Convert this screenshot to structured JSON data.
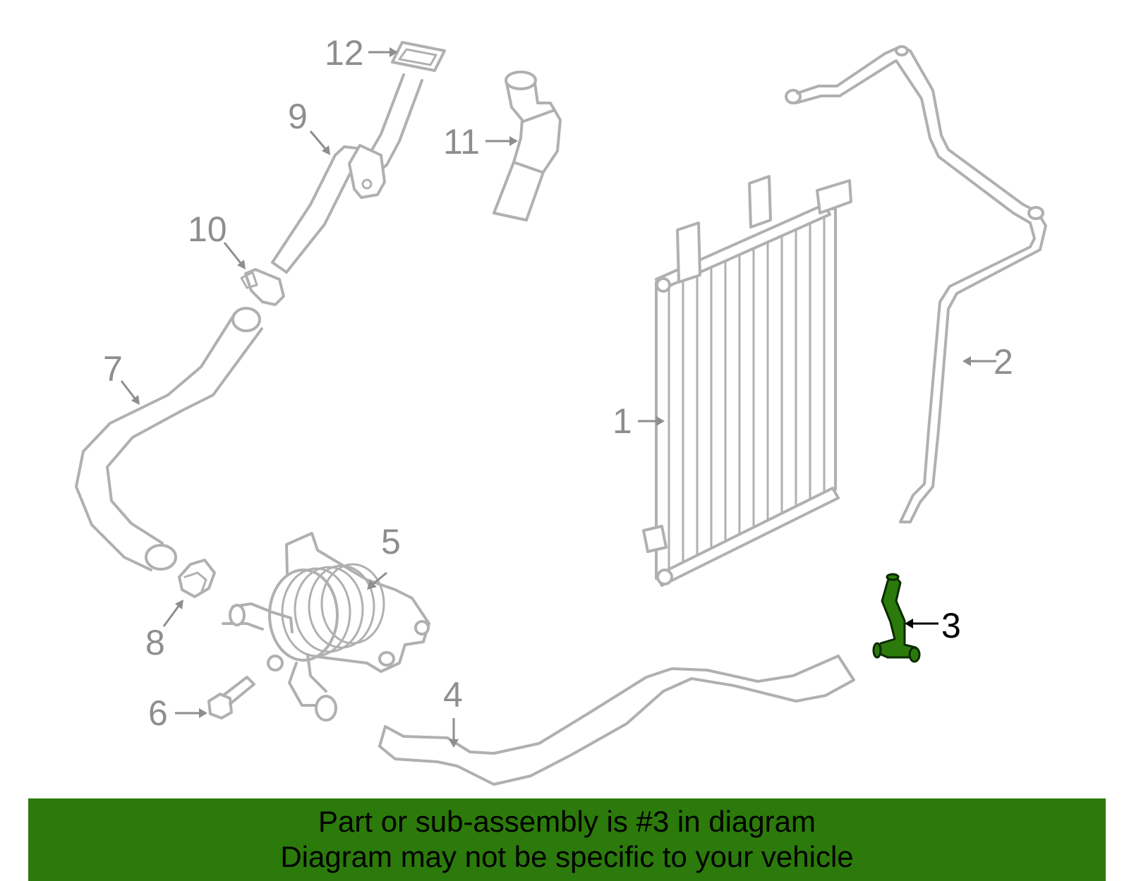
{
  "colors": {
    "part_outline": "#b0b0b0",
    "callout_grey": "#8e8e8e",
    "highlight_green": "#2b7a0b",
    "highlight_outline": "#0a2a00",
    "banner_background": "#2b7a0b"
  },
  "callouts": [
    {
      "number": "1",
      "part": "oil cooler radiator",
      "highlighted": false
    },
    {
      "number": "2",
      "part": "long tube",
      "highlighted": false
    },
    {
      "number": "3",
      "part": "tube",
      "highlighted": true
    },
    {
      "number": "4",
      "part": "lower hose",
      "highlighted": false
    },
    {
      "number": "5",
      "part": "oil cooler",
      "highlighted": false
    },
    {
      "number": "6",
      "part": "bolt",
      "highlighted": false
    },
    {
      "number": "7",
      "part": "hose",
      "highlighted": false
    },
    {
      "number": "8",
      "part": "clamp",
      "highlighted": false
    },
    {
      "number": "9",
      "part": "tube with bracket",
      "highlighted": false
    },
    {
      "number": "10",
      "part": "clamp",
      "highlighted": false
    },
    {
      "number": "11",
      "part": "hose",
      "highlighted": false
    },
    {
      "number": "12",
      "part": "seal",
      "highlighted": false
    }
  ],
  "banner": {
    "line1": "Part or sub-assembly is #3 in diagram",
    "line2": "Diagram may not be specific to your vehicle"
  }
}
